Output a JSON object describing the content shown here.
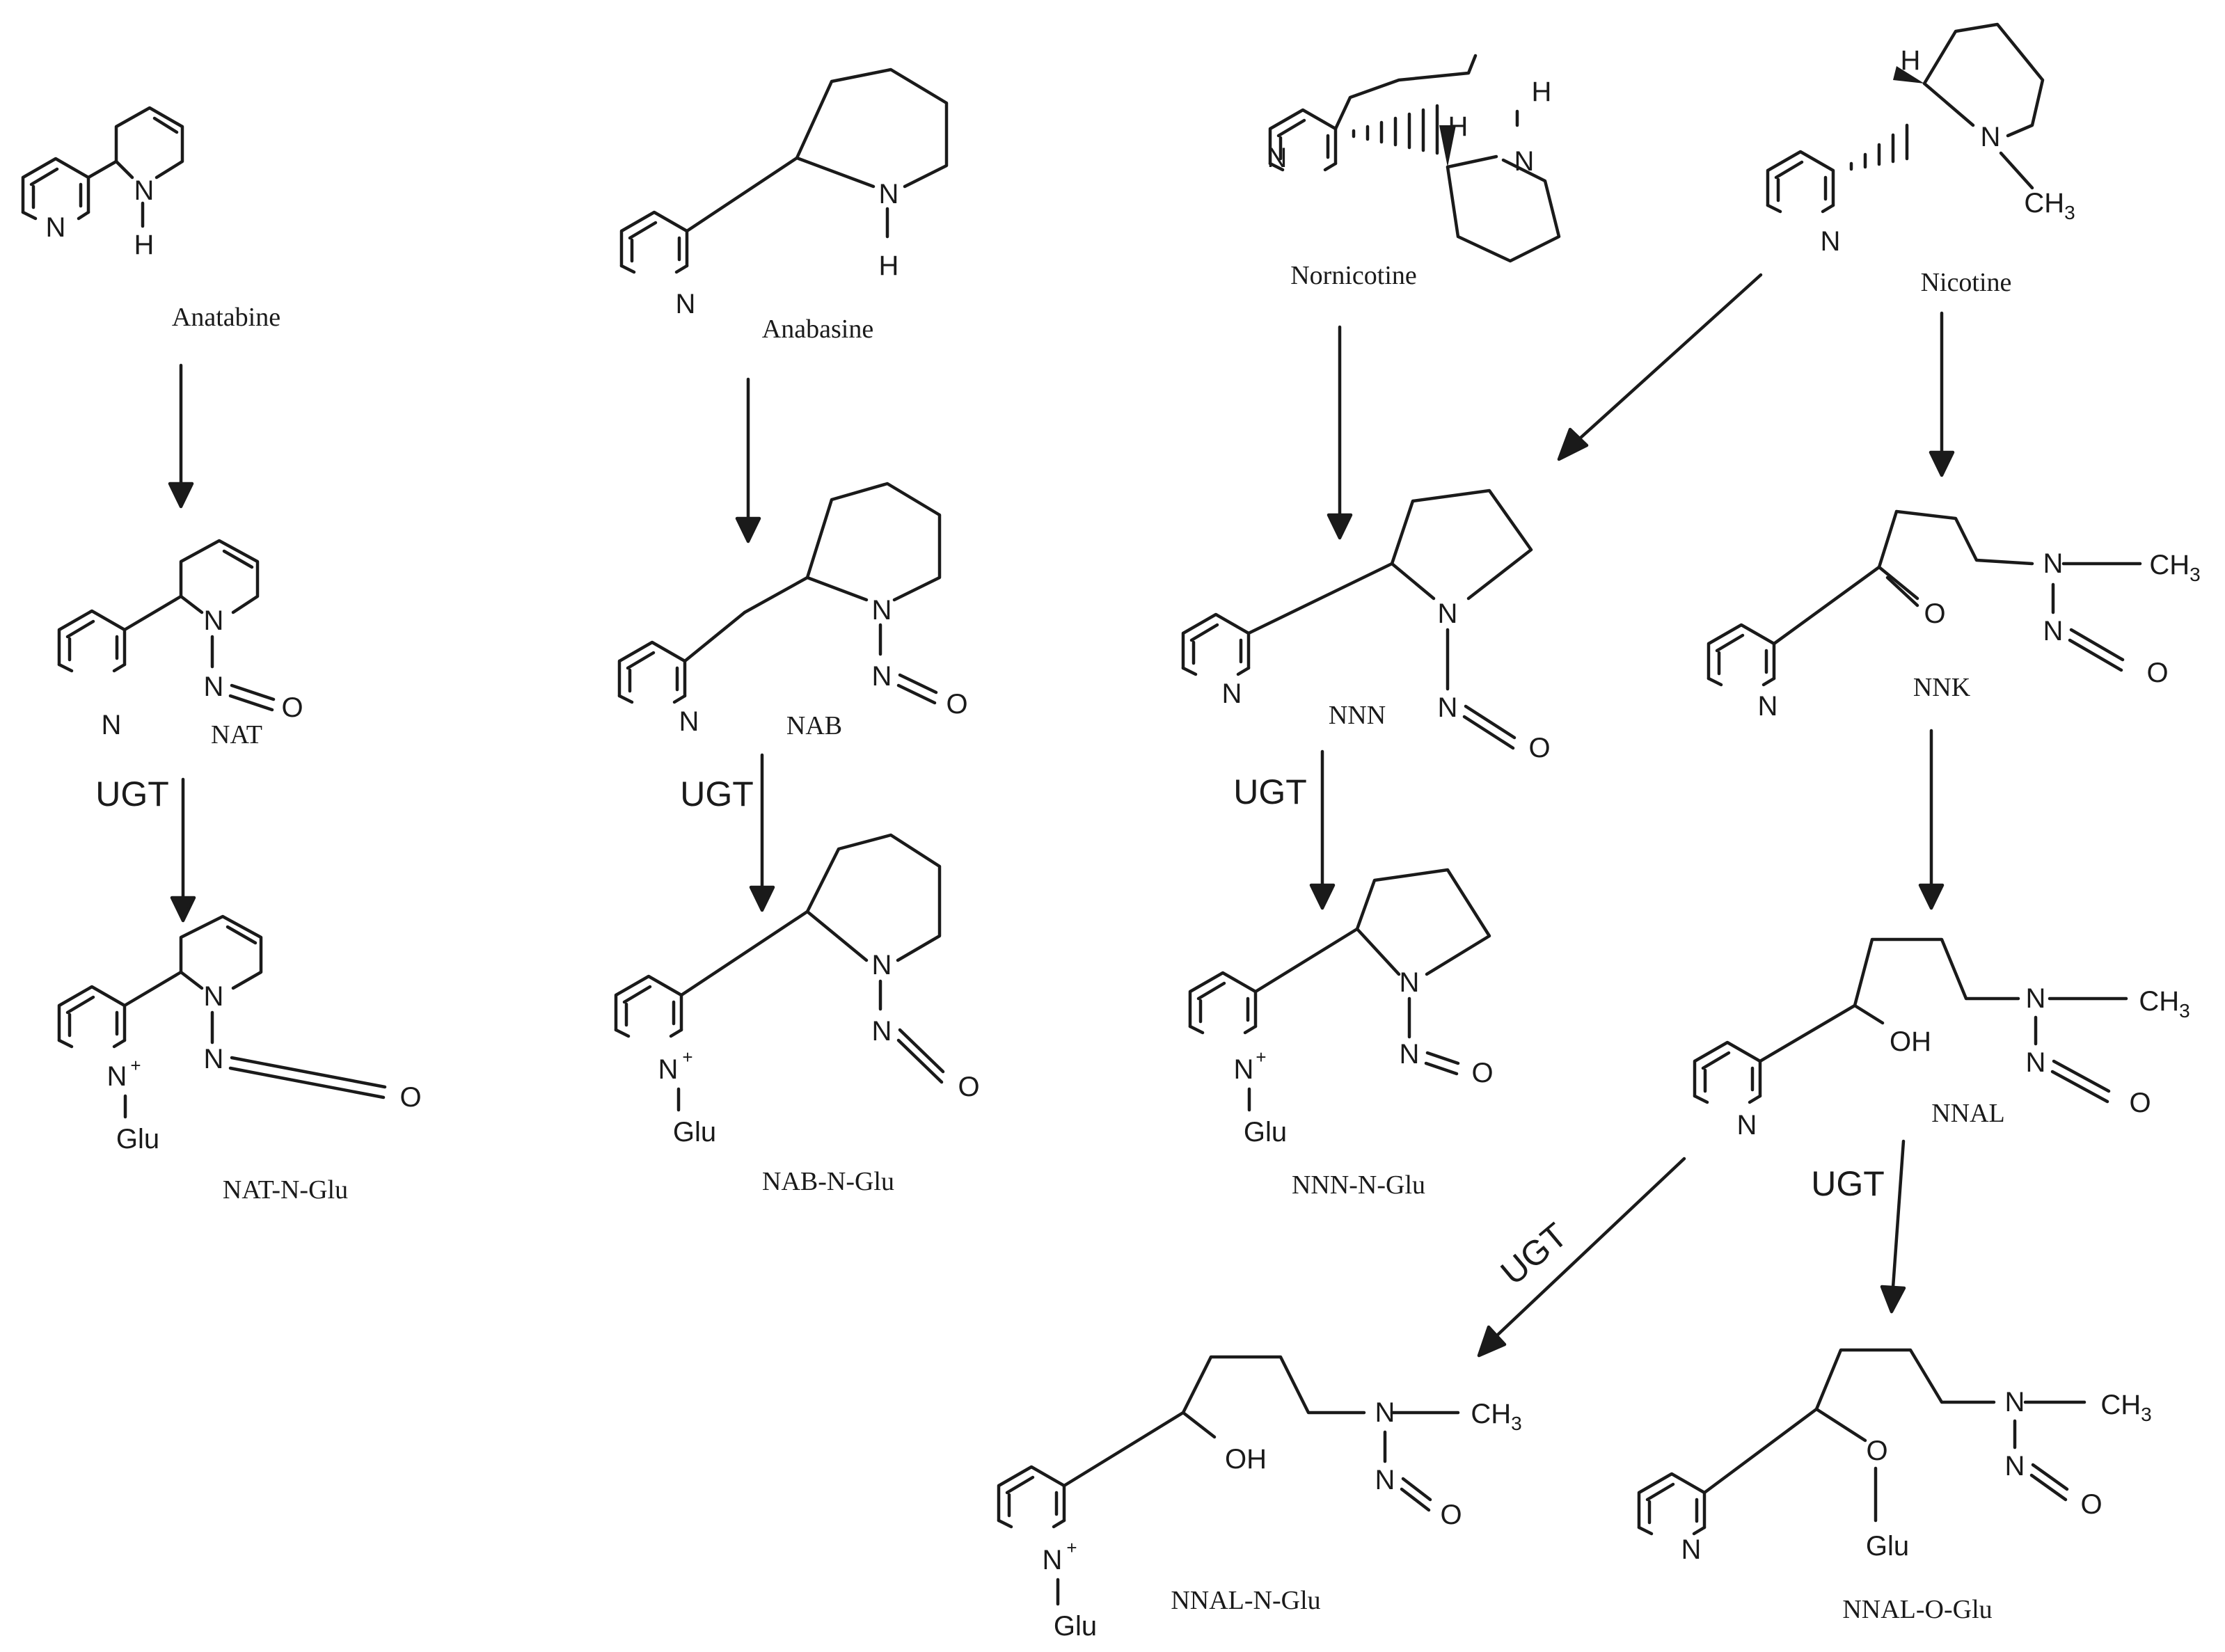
{
  "compounds": {
    "anatabine": "Anatabine",
    "anabasine": "Anabasine",
    "nornicotine": "Nornicotine",
    "nicotine": "Nicotine",
    "nat": "NAT",
    "nab": "NAB",
    "nnn": "NNN",
    "nnk": "NNK",
    "nnal": "NNAL",
    "nat_n_glu": "NAT-N-Glu",
    "nab_n_glu": "NAB-N-Glu",
    "nnn_n_glu": "NNN-N-Glu",
    "nnal_n_glu": "NNAL-N-Glu",
    "nnal_o_glu": "NNAL-O-Glu"
  },
  "enzymes": {
    "nat_to_glu": "UGT",
    "nab_to_glu": "UGT",
    "nnn_to_glu": "UGT",
    "nnal_to_n_glu": "UGT",
    "nnal_to_o_glu": "UGT"
  },
  "atoms": {
    "N": "N",
    "H": "H",
    "O": "O",
    "OH": "OH",
    "C": "C",
    "H3": "H",
    "three": "3",
    "plus": "+",
    "glu": "Glu"
  }
}
